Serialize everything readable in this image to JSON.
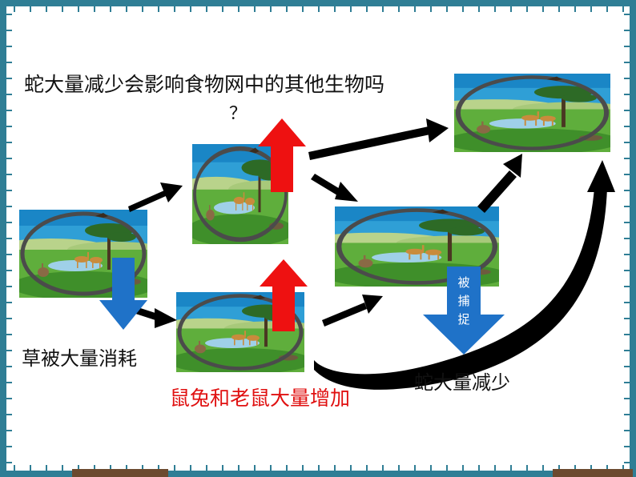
{
  "question_line1": "蛇大量减少会影响食物网中的其他生物吗",
  "question_line2": "？",
  "label_grass": "草被大量消耗",
  "label_rabbits": "鼠兔和老鼠大量增加",
  "label_snake": "蛇大量减少",
  "label_caught": [
    "被",
    "捕",
    "捉"
  ],
  "colors": {
    "frame": "#2f7e95",
    "up_arrow": "#ee1111",
    "down_arrow": "#1f72c8",
    "red_text": "#e01010",
    "black_arrow": "#000000"
  },
  "scenes": [
    {
      "id": "grassland-start",
      "icon": "savanna-scene"
    },
    {
      "id": "grassland-top-mid",
      "icon": "savanna-scene"
    },
    {
      "id": "grassland-bottom-mid",
      "icon": "savanna-scene"
    },
    {
      "id": "grassland-center-right",
      "icon": "savanna-scene"
    },
    {
      "id": "grassland-top-right",
      "icon": "savanna-scene"
    }
  ]
}
